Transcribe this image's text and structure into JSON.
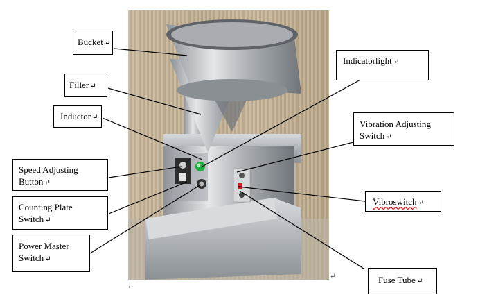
{
  "labels": {
    "bucket": "Bucket",
    "filler": "Filler",
    "inductor": "Inductor",
    "speed_line1": "Speed Adjusting",
    "speed_line2": "Button",
    "counting_line1": "Counting Plate",
    "counting_line2": "Switch",
    "power_line1": "Power Master",
    "power_line2": "Switch",
    "indicator": "Indicatorlight",
    "vibration_line1": "Vibration Adjusting",
    "vibration_line2": "Switch",
    "vibroswitch": "Vibroswitch",
    "fuse": "Fuse Tube"
  },
  "marks": {
    "paragraph": "↵"
  },
  "colors": {
    "indicator_green": "#1fae3a",
    "frame": "#000000",
    "wood": "#c4b292",
    "steel": "#b8bcc0"
  }
}
